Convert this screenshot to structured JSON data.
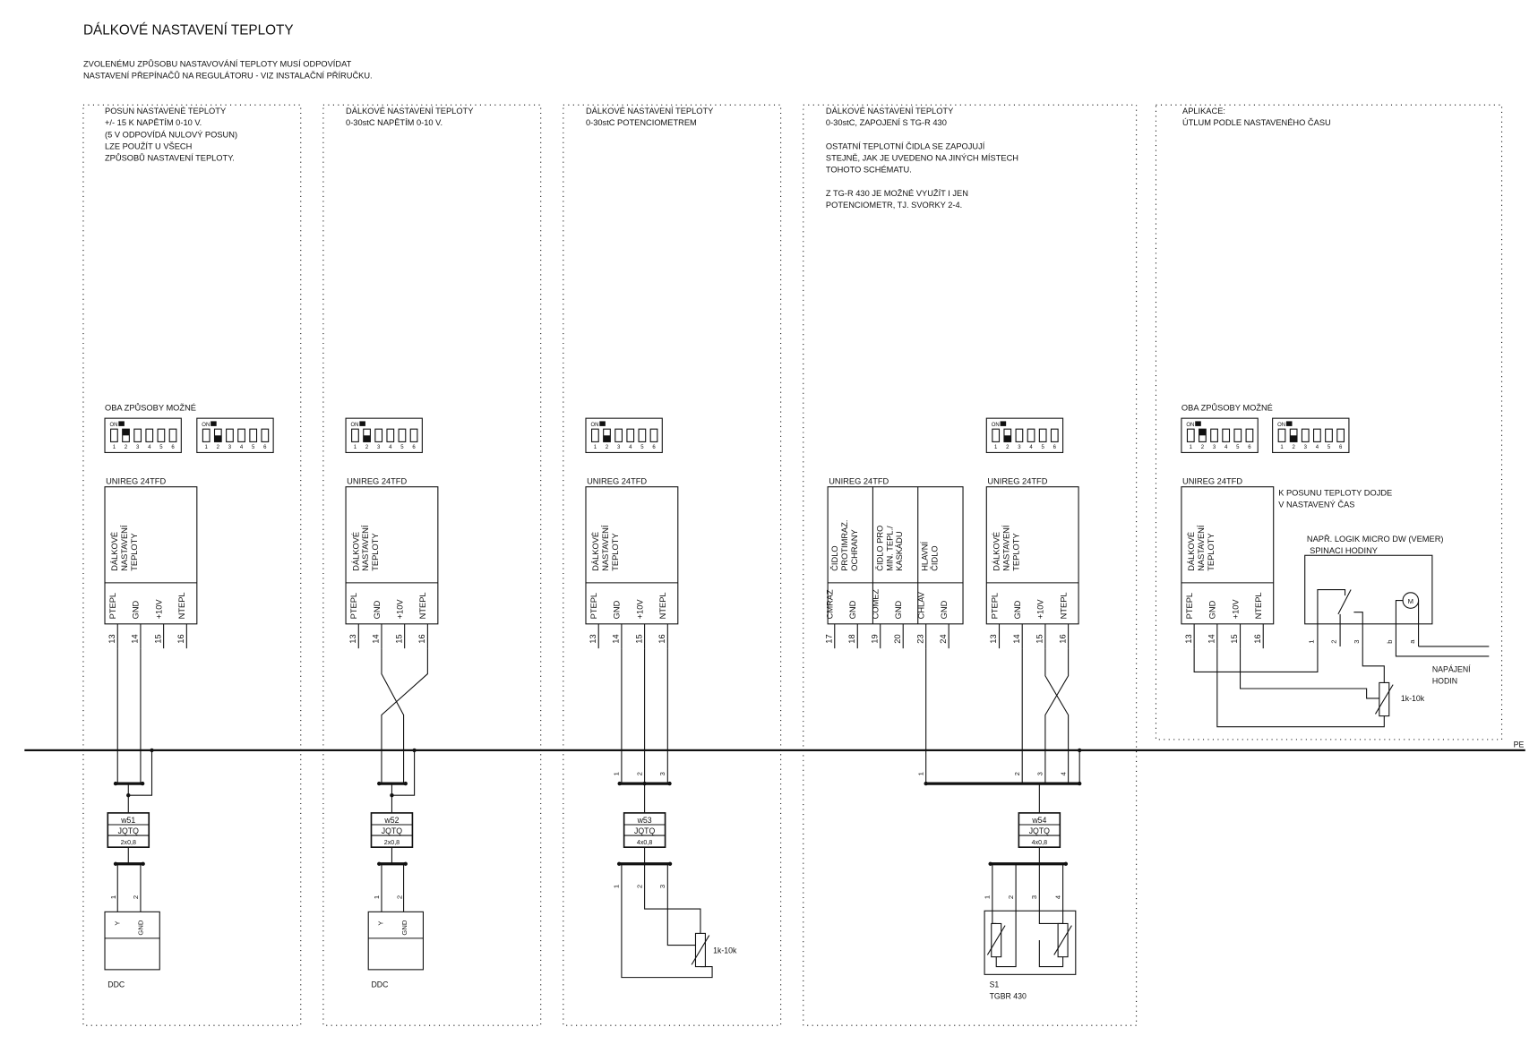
{
  "title": "DÁLKOVÉ NASTAVENÍ TEPLOTY",
  "intro": [
    "ZVOLENÉMU ZPŮSOBU NASTAVOVÁNÍ TEPLOTY MUSÍ ODPOVÍDAT",
    "NASTAVENÍ PŘEPÍNAČŮ NA REGULÁTORU - VIZ INSTALAČNÍ PŘÍRUČKU."
  ],
  "bus_label": "PE",
  "dip": {
    "on_label": "ON",
    "numbers": [
      "1",
      "2",
      "3",
      "4",
      "5",
      "6"
    ]
  },
  "regulator": {
    "model": "UNIREG 24TFD",
    "section": [
      "DÁLKOVÉ",
      "NASTAVENÍ",
      "TEPLOTY"
    ],
    "pins": [
      "PTEPL",
      "GND",
      "+10V",
      "NTEPL"
    ],
    "terminals": [
      "13",
      "14",
      "15",
      "16"
    ]
  },
  "sensor_regulator": {
    "sections": [
      [
        "ČIDLO",
        "PROTIMRAZ.",
        "OCHRANY"
      ],
      [
        "ČIDLO PRO",
        "MIN. TEPL./",
        "KASKÁDU"
      ],
      [
        "HLAVNÍ",
        "ČIDLO"
      ]
    ],
    "pins": [
      "CMRAZ",
      "GND",
      "COMEZ",
      "GND",
      "CHLAV",
      "GND"
    ],
    "terminals": [
      "17",
      "18",
      "19",
      "20",
      "23",
      "24"
    ]
  },
  "panels": [
    {
      "header": [
        "POSUN NASTAVENÉ TEPLOTY",
        "+/- 15 K NAPĚTÍM 0-10 V.",
        "(5 V ODPOVÍDÁ NULOVÝ POSUN)",
        "LZE POUŽÍT U VŠECH",
        "ZPŮSOBŮ NASTAVENÍ TEPLOTY."
      ],
      "dip_note": "OBA ZPŮSOBY MOŽNÉ",
      "cable": {
        "id": "w51",
        "type": "JQTQ",
        "spec": "2x0,8"
      },
      "device": {
        "name": "DDC",
        "pins": [
          "Y",
          "GND"
        ],
        "wires": [
          "1",
          "2"
        ]
      }
    },
    {
      "header": [
        "DÁLKOVÉ NASTAVENÍ TEPLOTY",
        "0-30stC NAPĚTÍM 0-10 V."
      ],
      "cable": {
        "id": "w52",
        "type": "JQTQ",
        "spec": "2x0,8"
      },
      "device": {
        "name": "DDC",
        "pins": [
          "Y",
          "GND"
        ],
        "wires": [
          "1",
          "2"
        ]
      }
    },
    {
      "header": [
        "DÁLKOVÉ NASTAVENÍ TEPLOTY",
        "0-30stC POTENCIOMETREM"
      ],
      "bus_wires": [
        "1",
        "2",
        "3"
      ],
      "cable": {
        "id": "w53",
        "type": "JQTQ",
        "spec": "4x0,8"
      },
      "device": {
        "wires": [
          "1",
          "2",
          "3"
        ],
        "pot_label": "1k-10k"
      }
    },
    {
      "header": [
        "DÁLKOVÉ NASTAVENÍ TEPLOTY",
        "0-30stC, ZAPOJENÍ S TG-R 430",
        "",
        "OSTATNÍ TEPLOTNÍ ČIDLA SE ZAPOJUJÍ",
        "STEJNĚ, JAK JE UVEDENO NA JINÝCH MÍSTECH",
        "TOHOTO SCHÉMATU.",
        "",
        "Z TG-R 430 JE MOŽNÉ VYUŽÍT I JEN",
        "POTENCIOMETR, TJ. SVORKY 2-4."
      ],
      "bus_wires": [
        "1",
        "2",
        "3",
        "4"
      ],
      "cable": {
        "id": "w54",
        "type": "JQTQ",
        "spec": "4x0,8"
      },
      "device": {
        "name": "S1",
        "type": "TGBR 430",
        "wires": [
          "1",
          "2",
          "3",
          "4"
        ]
      }
    },
    {
      "header": [
        "APLIKACE:",
        "ÚTLUM PODLE NASTAVENÉHO ČASU"
      ],
      "dip_note": "OBA ZPŮSOBY MOŽNÉ",
      "note": [
        "K POSUNU TEPLOTY DOJDE",
        "V NASTAVENÝ ČAS"
      ],
      "timer": {
        "label": [
          "NAPŘ. LOGIK MICRO DW (VEMER)",
          "SPINACI HODINY"
        ],
        "terminals": [
          "1",
          "2",
          "3",
          "b",
          "a"
        ],
        "motor": "M",
        "supply": [
          "NAPÁJENÍ",
          "HODIN"
        ]
      },
      "pot_label": "1k-10k"
    }
  ]
}
